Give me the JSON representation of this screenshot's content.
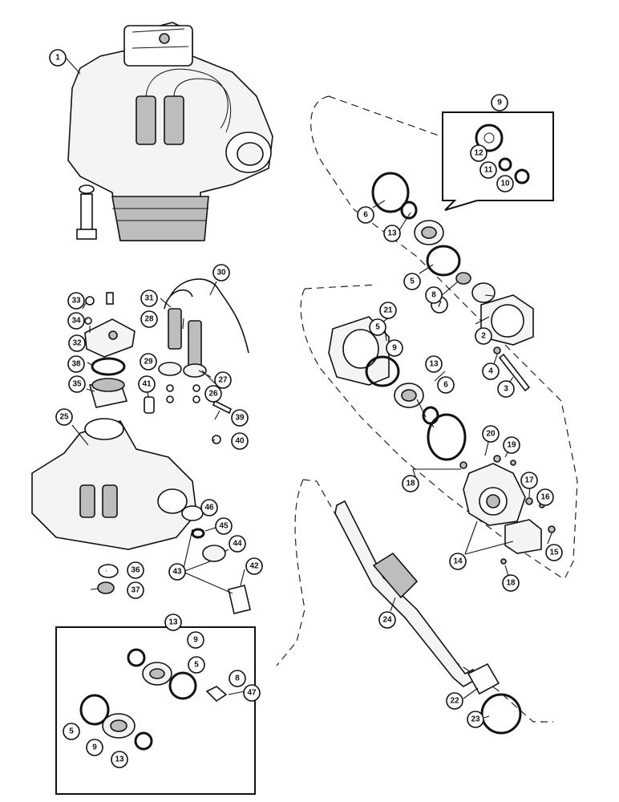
{
  "callouts": [
    {
      "id": "1",
      "label": "1"
    },
    {
      "id": "2",
      "label": "2"
    },
    {
      "id": "3",
      "label": "3"
    },
    {
      "id": "4",
      "label": "4"
    },
    {
      "id": "5a",
      "label": "5"
    },
    {
      "id": "5b",
      "label": "5"
    },
    {
      "id": "5c",
      "label": "5"
    },
    {
      "id": "5d",
      "label": "5"
    },
    {
      "id": "6a",
      "label": "6"
    },
    {
      "id": "6b",
      "label": "6"
    },
    {
      "id": "7",
      "label": "7"
    },
    {
      "id": "8a",
      "label": "8"
    },
    {
      "id": "8b",
      "label": "8"
    },
    {
      "id": "9a",
      "label": "9"
    },
    {
      "id": "9b",
      "label": "9"
    },
    {
      "id": "9c",
      "label": "9"
    },
    {
      "id": "9d",
      "label": "9"
    },
    {
      "id": "10",
      "label": "10"
    },
    {
      "id": "11",
      "label": "11"
    },
    {
      "id": "12",
      "label": "12"
    },
    {
      "id": "13a",
      "label": "13"
    },
    {
      "id": "13b",
      "label": "13"
    },
    {
      "id": "13c",
      "label": "13"
    },
    {
      "id": "13d",
      "label": "13"
    },
    {
      "id": "14",
      "label": "14"
    },
    {
      "id": "15",
      "label": "15"
    },
    {
      "id": "16",
      "label": "16"
    },
    {
      "id": "17",
      "label": "17"
    },
    {
      "id": "18a",
      "label": "18"
    },
    {
      "id": "18b",
      "label": "18"
    },
    {
      "id": "19",
      "label": "19"
    },
    {
      "id": "20",
      "label": "20"
    },
    {
      "id": "21",
      "label": "21"
    },
    {
      "id": "22",
      "label": "22"
    },
    {
      "id": "23",
      "label": "23"
    },
    {
      "id": "24",
      "label": "24"
    },
    {
      "id": "25",
      "label": "25"
    },
    {
      "id": "26",
      "label": "26"
    },
    {
      "id": "27",
      "label": "27"
    },
    {
      "id": "28",
      "label": "28"
    },
    {
      "id": "29",
      "label": "29"
    },
    {
      "id": "30",
      "label": "30"
    },
    {
      "id": "31",
      "label": "31"
    },
    {
      "id": "32",
      "label": "32"
    },
    {
      "id": "33",
      "label": "33"
    },
    {
      "id": "34",
      "label": "34"
    },
    {
      "id": "35",
      "label": "35"
    },
    {
      "id": "36",
      "label": "36"
    },
    {
      "id": "37",
      "label": "37"
    },
    {
      "id": "38",
      "label": "38"
    },
    {
      "id": "39",
      "label": "39"
    },
    {
      "id": "40",
      "label": "40"
    },
    {
      "id": "41",
      "label": "41"
    },
    {
      "id": "42",
      "label": "42"
    },
    {
      "id": "43",
      "label": "43"
    },
    {
      "id": "44",
      "label": "44"
    },
    {
      "id": "45",
      "label": "45"
    },
    {
      "id": "46",
      "label": "46"
    },
    {
      "id": "47",
      "label": "47"
    }
  ]
}
